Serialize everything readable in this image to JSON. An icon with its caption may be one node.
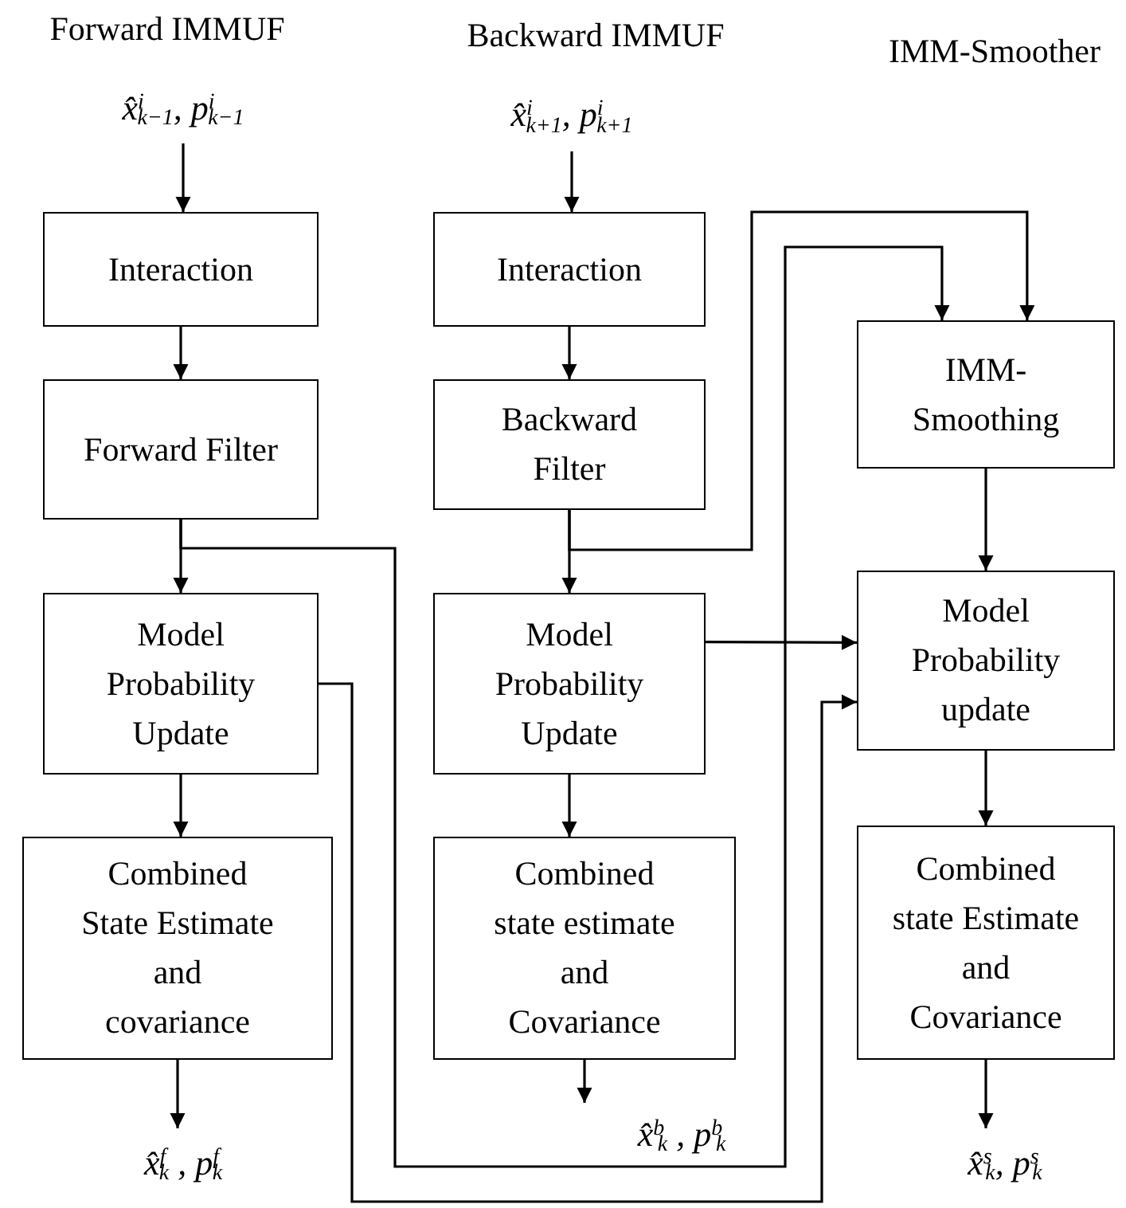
{
  "diagram": {
    "nodes": [
      {
        "text": [
          "x̂$^{i}$$_{k−1}$, p$^{i}$$_{k−1}$"
        ]
      },
      {
        "text": [
          "Interaction"
        ]
      },
      {
        "text": [
          "Forward Filter"
        ]
      },
      {
        "text": [
          "Model Probability Update"
        ]
      },
      {
        "text": [
          "Combined State Estimate and covariance"
        ]
      },
      {
        "text": [
          "x̂$^{f}$$_{k}$ , p$^{f}$$_{k}$"
        ]
      },
      {
        "text": [
          "x̂$^{i}$$_{k+1}$, p$^{i}$$_{k+1}$"
        ]
      },
      {
        "text": [
          "Interaction"
        ]
      },
      {
        "text": [
          "Backward Filter"
        ]
      },
      {
        "text": [
          "Model Probability Update"
        ]
      },
      {
        "text": [
          "Combined state estimate and Covariance"
        ]
      },
      {
        "text": [
          "x̂$^{b}$$_{k}$ , p$^{b}$$_{k}$"
        ]
      },
      {
        "text": [
          "IMM-Smoothing"
        ]
      },
      {
        "text": [
          "Model Probability update"
        ]
      },
      {
        "text": [
          "Combined state Estimate and Covariance"
        ]
      },
      {
        "text": [
          "x̂$^{s}$$_{k}$, p$^{s}$$_{k}$"
        ]
      }
    ],
    "edges": [
      {
        "from": 0,
        "to": 1,
        "arrow": "to"
      },
      {
        "from": 1,
        "to": 2,
        "arrow": "to"
      },
      {
        "from": 2,
        "to": 3,
        "arrow": "to"
      },
      {
        "from": 3,
        "to": 4,
        "arrow": "to"
      },
      {
        "from": 4,
        "to": 5,
        "arrow": "to"
      },
      {
        "from": 6,
        "to": 7,
        "arrow": "to"
      },
      {
        "from": 7,
        "to": 8,
        "arrow": "to"
      },
      {
        "from": 8,
        "to": 9,
        "arrow": "to"
      },
      {
        "from": 9,
        "to": 10,
        "arrow": "to"
      },
      {
        "from": 10,
        "to": 11,
        "arrow": "to"
      },
      {
        "from": 2,
        "to": 12,
        "arrow": "to"
      },
      {
        "from": 8,
        "to": 12,
        "arrow": "to"
      },
      {
        "from": 12,
        "to": 13,
        "arrow": "to"
      },
      {
        "from": 9,
        "to": 13,
        "arrow": "to"
      },
      {
        "from": 3,
        "to": 13,
        "arrow": "to"
      },
      {
        "from": 13,
        "to": 14,
        "arrow": "to"
      },
      {
        "from": 14,
        "to": 15,
        "arrow": "to"
      }
    ],
    "labels": [
      "Forward IMMUF",
      "Backward IMMUF",
      "IMM-Smoother"
    ]
  }
}
